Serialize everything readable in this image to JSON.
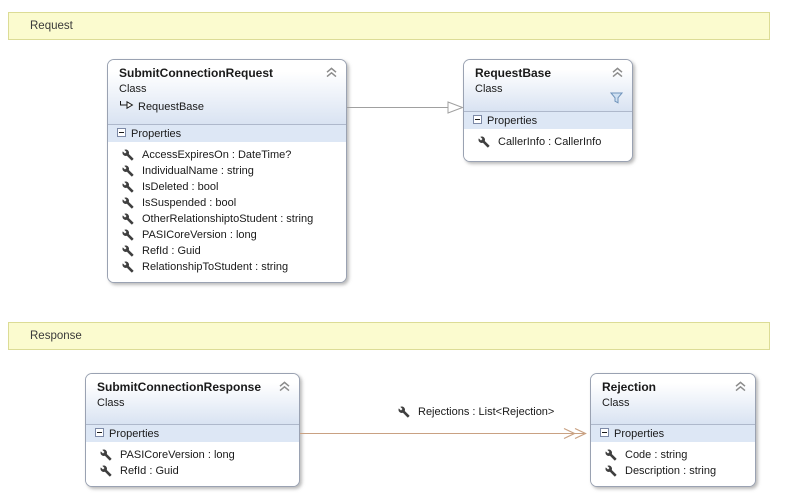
{
  "diagram": {
    "bands": {
      "request": "Request",
      "response": "Response"
    },
    "request_box": {
      "title": "SubmitConnectionRequest",
      "kind": "Class",
      "inherits": "RequestBase",
      "section": "Properties",
      "properties": [
        "AccessExpiresOn : DateTime?",
        "IndividualName : string",
        "IsDeleted : bool",
        "IsSuspended : bool",
        "OtherRelationshiptoStudent : string",
        "PASICoreVersion : long",
        "RefId : Guid",
        "RelationshipToStudent : string"
      ]
    },
    "request_base_box": {
      "title": "RequestBase",
      "kind": "Class",
      "section": "Properties",
      "properties": [
        "CallerInfo : CallerInfo"
      ]
    },
    "response_box": {
      "title": "SubmitConnectionResponse",
      "kind": "Class",
      "section": "Properties",
      "properties": [
        "PASICoreVersion : long",
        "RefId : Guid"
      ]
    },
    "rejection_box": {
      "title": "Rejection",
      "kind": "Class",
      "section": "Properties",
      "properties": [
        "Code : string",
        "Description : string"
      ]
    },
    "association": {
      "label": "Rejections : List<Rejection>"
    },
    "colors": {
      "band_bg": "#fbfbcf",
      "band_border": "#dcdc96",
      "box_border": "#9aa2b2",
      "header_gradient_end": "#d9e3f2",
      "props_header_bg": "#dde7f5",
      "association_line": "#c9a182",
      "inheritance_line": "#a0a0a0"
    }
  }
}
